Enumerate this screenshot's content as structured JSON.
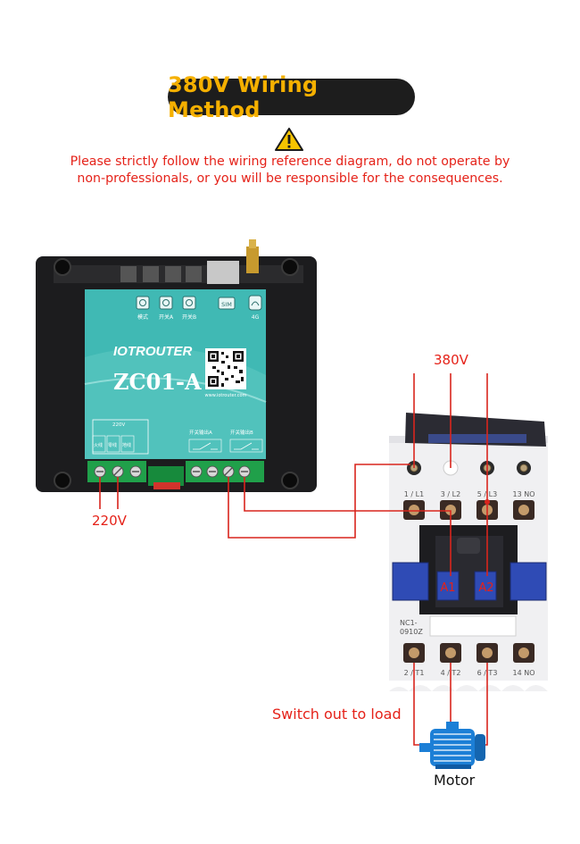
{
  "title": "380V Wiring Method",
  "warning": {
    "icon": "warning-triangle-icon",
    "line1": "Please strictly follow the wiring reference diagram, do not operate by",
    "line2": "non-professionals, or you will be responsible for the consequences."
  },
  "controller": {
    "brand": "IOTROUTER",
    "brand_prefix": "IOT",
    "brand_rest": "ROUTER",
    "model": "ZC01-A",
    "website": "www.iotrouter.com",
    "buttons": [
      "模式",
      "开关A",
      "开关B"
    ],
    "sim_label": "SIM",
    "signal_label": "4G",
    "power_label": "220V",
    "terminal_labels": [
      "火线",
      "零线",
      "地线"
    ],
    "relay_a_label": "开关输出A",
    "relay_b_label": "开关输出B"
  },
  "contactor": {
    "top_terminals": [
      "1 / L1",
      "3 / L2",
      "5 / L3",
      "13 NO"
    ],
    "bottom_terminals": [
      "2 / T1",
      "4 / T2",
      "6 / T3",
      "14 NO"
    ],
    "coil_a1": "A1",
    "coil_a2": "A2",
    "model": "NC1-\n0910Z"
  },
  "labels": {
    "supply_380": "380V",
    "supply_220": "220V",
    "switch_out": "Switch out to load",
    "motor": "Motor"
  },
  "colors": {
    "title_bg": "#1d1d1d",
    "title_text": "#f5b000",
    "warning_red": "#e52219",
    "wire_red": "#d9251d",
    "panel_teal": "#3fb8b3",
    "coil_blue": "#2f4bb5",
    "motor_blue": "#1c7fd6"
  }
}
